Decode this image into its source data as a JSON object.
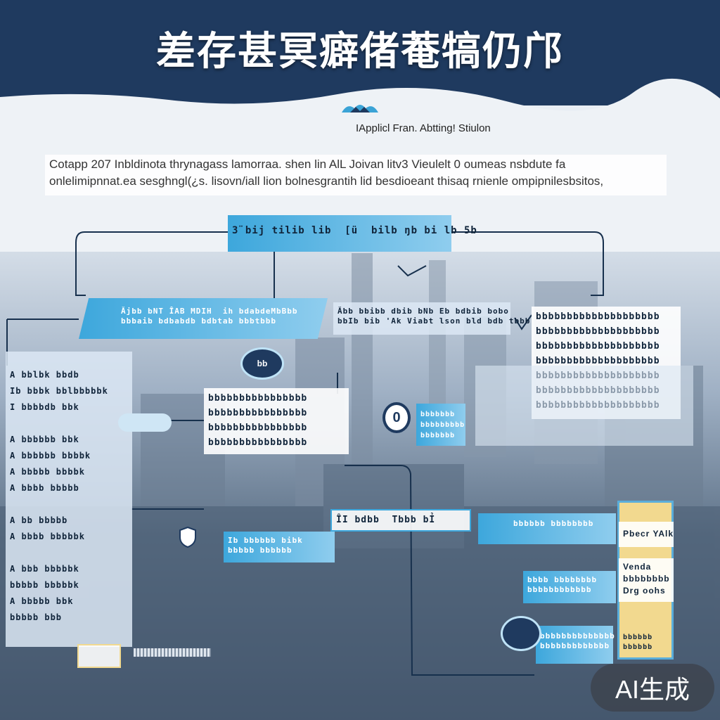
{
  "header": {
    "title": "差存甚冥癖偖菴犒仍邝",
    "icon": "mountain-cloud-icon"
  },
  "subtitle": "IApplicl Fran. Abtting! Stiulon",
  "intro": {
    "line1": "Cotapp 207 Inbldinota thrynagass lamorraa. shen lin AlL Joivan litv3 Vieulelt 0 oumeas nsbdute fa",
    "line2": "onlelimipnnat.ea sesghngl(¿s. lisovn/iall lion bolnesgrantih lid besdioeant thisaq rnienle ompipnilesbsitos,"
  },
  "boxes": {
    "top_center": "3̈ bij tilib lib  [ü  bilb ŋb bi lb 5b",
    "left_banner": "Ăjbb bNT ÎAB MDIH  ih bdabdeMbBbb\nbbbaib bdbabdb bdbtab bbbtbbb",
    "center_banner": "Ăbb bbibb dbib bNb Eb bdbib bobo\nbbIb bib 'Ak Viabt lson bld bdb tbbb",
    "right_dense": "bbbbbbbbbbbbbbbbbbbb\nbbbbbbbbbbbbbbbbbbbb\nbbbbbbbbbbbbbbbbbbbb\nbbbbbbbbbbbbbbbbbbbb\nbbbbbbbbbbbbbbbbbbbb\nbbbbbbbbbbbbbbbbbbbb\nbbbbbbbbbbbbbbbbbbbb",
    "left_panel": "A bblbk bbdb\nIb bbbk bblbbbbbk\nI bbbbdb bbk\n\nA bbbbbb bbk\nA bbbbbb bbbbk\nA bbbbb bbbbk\nA bbbb bbbbb\n\nA bb bbbbb\nA bbbb bbbbbk\n\nA bbb bbbbbk\nbbbbb bbbbbk\nA bbbbb bbk\nbbbbb bbb",
    "mid_dense": "bbbbbbbbbbbbbbbb\nbbbbbbbbbbbbbbbb\nbbbbbbbbbbbbbbbb\nbbbbbbbbbbbbbbbb",
    "mid_small": "bbbbbbb\nbbbbbbbbb\nbbbbbbb",
    "center_tag": "ÎI bdbb  Tbbb bỈ",
    "lower_left_banner": "Ib bbbbbb bibk\nbbbbb bbbbbb",
    "lower_right_banner": "bbbbbb bbbbbbbb",
    "right_stack_1": "bbbb bbbbbbbb\nbbbbbbbbbbbb",
    "right_stack_2": "bbbbbbbbbbbbbb\nbbbbbbbbbbbbb",
    "yellow_1": "Pbecr YAlk",
    "yellow_2": "Venda\nbbbbbbbb\nDrg oohs",
    "yellow_3": "bbbbbb\nbbbbbb"
  },
  "circles": {
    "upper": "bb",
    "middle": "0"
  },
  "watermark": "AI生成"
}
